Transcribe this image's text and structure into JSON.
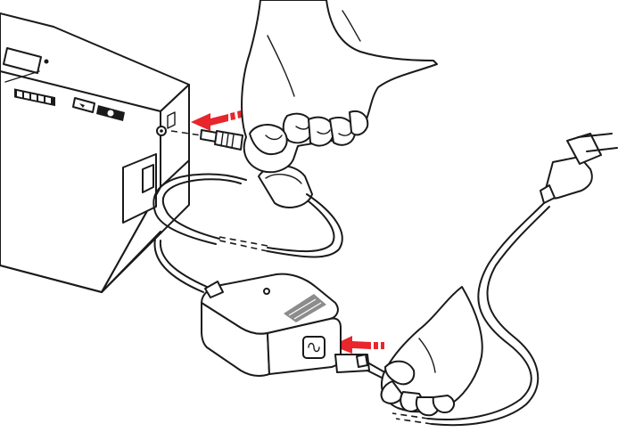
{
  "figure": {
    "kind": "assembly-illustration",
    "steps": [
      {
        "action": "insert-dc-plug-into-device",
        "arrow_color": "#e8262b"
      },
      {
        "action": "insert-power-cord-into-adapter",
        "arrow_color": "#e8262b"
      }
    ],
    "colors": {
      "line": "#1a1a1a",
      "arrow": "#e8262b",
      "shade": "#8c8c8c",
      "background": "#ffffff"
    }
  }
}
